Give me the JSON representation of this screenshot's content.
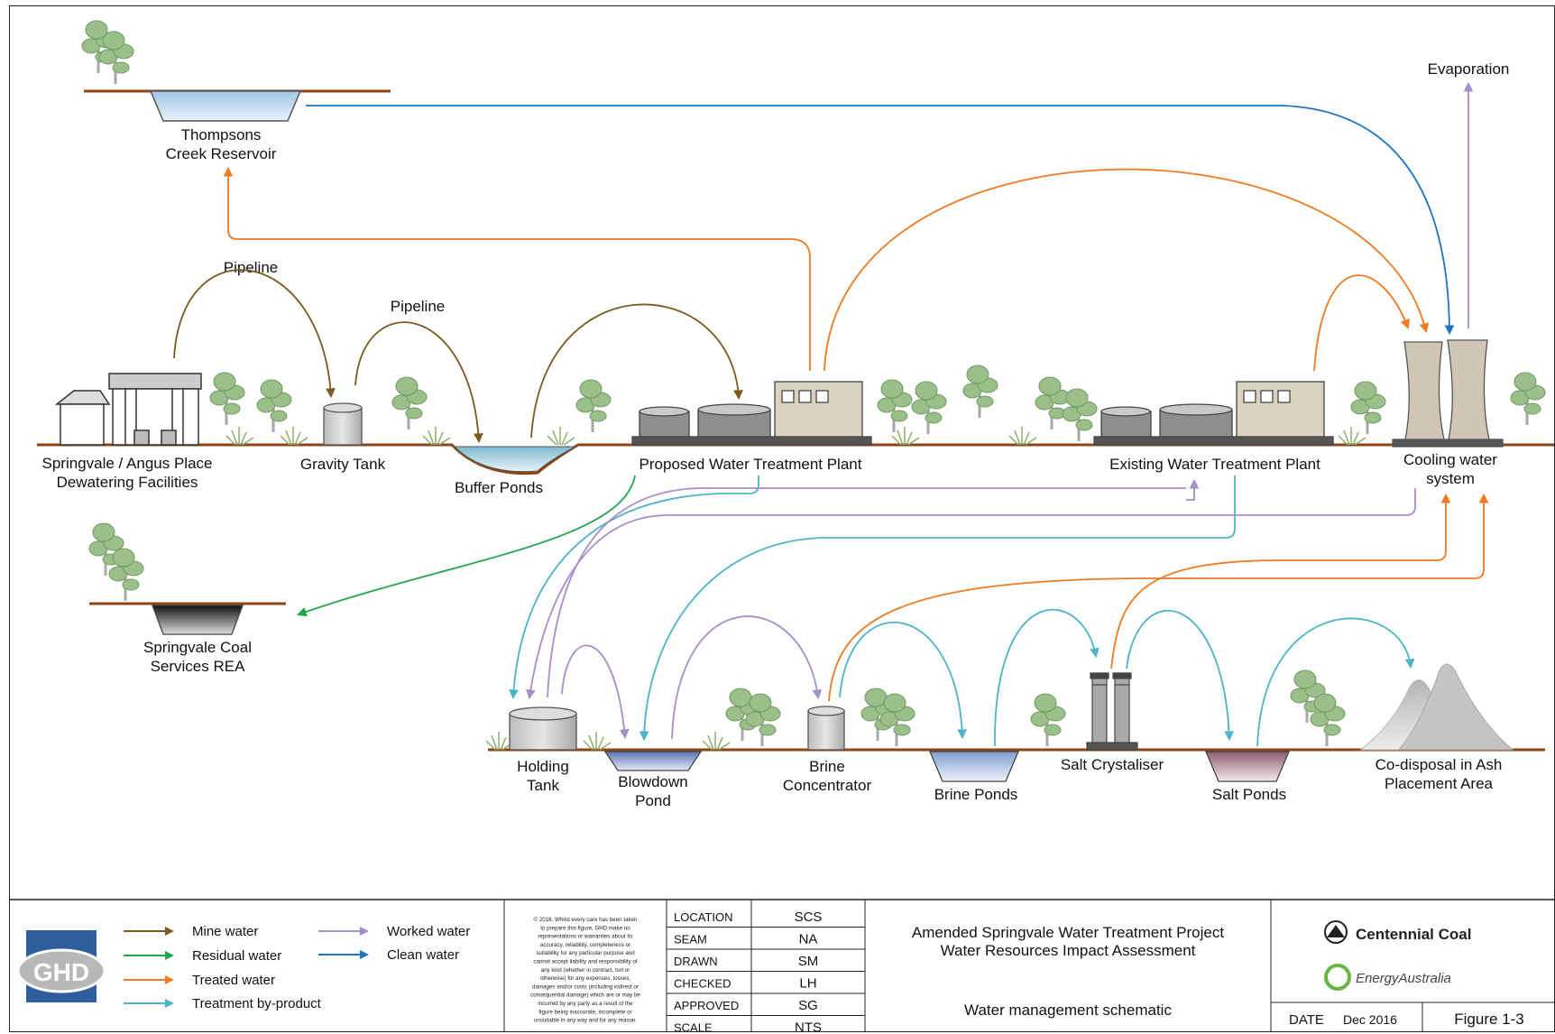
{
  "labels": {
    "thompsons": [
      "Thompsons",
      "Creek Reservoir"
    ],
    "evaporation": "Evaporation",
    "pipeline1": "Pipeline",
    "pipeline2": "Pipeline",
    "springvale": [
      "Springvale / Angus Place",
      "Dewatering Facilities"
    ],
    "gravity_tank": "Gravity Tank",
    "buffer_ponds": "Buffer Ponds",
    "proposed_wtp": "Proposed Water Treatment Plant",
    "existing_wtp": "Existing Water Treatment Plant",
    "cooling": [
      "Cooling water",
      "system"
    ],
    "rea": [
      "Springvale Coal",
      "Services REA"
    ],
    "holding_tank": [
      "Holding",
      "Tank"
    ],
    "blowdown": [
      "Blowdown",
      "Pond"
    ],
    "brine_conc": [
      "Brine",
      "Concentrator"
    ],
    "brine_ponds": "Brine Ponds",
    "salt_cryst": "Salt Crystaliser",
    "salt_ponds": "Salt Ponds",
    "codisposal": [
      "Co-disposal in Ash",
      "Placement Area"
    ]
  },
  "legend": {
    "items": [
      {
        "label": "Mine water",
        "color": "#7a5a1e"
      },
      {
        "label": "Residual water",
        "color": "#1fa64a"
      },
      {
        "label": "Treated water",
        "color": "#ef7b23"
      },
      {
        "label": "Treatment by-product",
        "color": "#4fb3c8"
      },
      {
        "label": "Worked water",
        "color": "#a58fc8"
      },
      {
        "label": "Clean water",
        "color": "#1f75c2"
      }
    ]
  },
  "logo_text": "GHD",
  "disclaimer": [
    "© 2016. Whilst every care has been taken",
    "to prepare this figure, GHD make no",
    "representations or warranties about its",
    "accuracy, reliability, completeness or",
    "suitability for any particular purpose and",
    "cannot accept liability and responsibility of",
    "any kind (whether in contract, tort or",
    "otherwise) for any expenses, losses,",
    "damages and/or costs (including indirect or",
    "consequential damage) which are or may be",
    "incurred by any party as a result of the",
    "figure being inaccurate, incomplete or",
    "unsuitable in any way and for any reason."
  ],
  "info_table": [
    {
      "key": "LOCATION",
      "value": "SCS"
    },
    {
      "key": "SEAM",
      "value": "NA"
    },
    {
      "key": "DRAWN",
      "value": "SM"
    },
    {
      "key": "CHECKED",
      "value": "LH"
    },
    {
      "key": "APPROVED",
      "value": "SG"
    },
    {
      "key": "SCALE",
      "value": "NTS"
    }
  ],
  "project": {
    "line1": "Amended Springvale Water Treatment Project",
    "line2": "Water Resources Impact Assessment",
    "subtitle": "Water management schematic"
  },
  "brands": {
    "centennial": "Centennial Coal",
    "energy": "EnergyAustralia"
  },
  "footer": {
    "date_label": "DATE",
    "date_value": "Dec 2016",
    "figure": "Figure 1-3"
  }
}
